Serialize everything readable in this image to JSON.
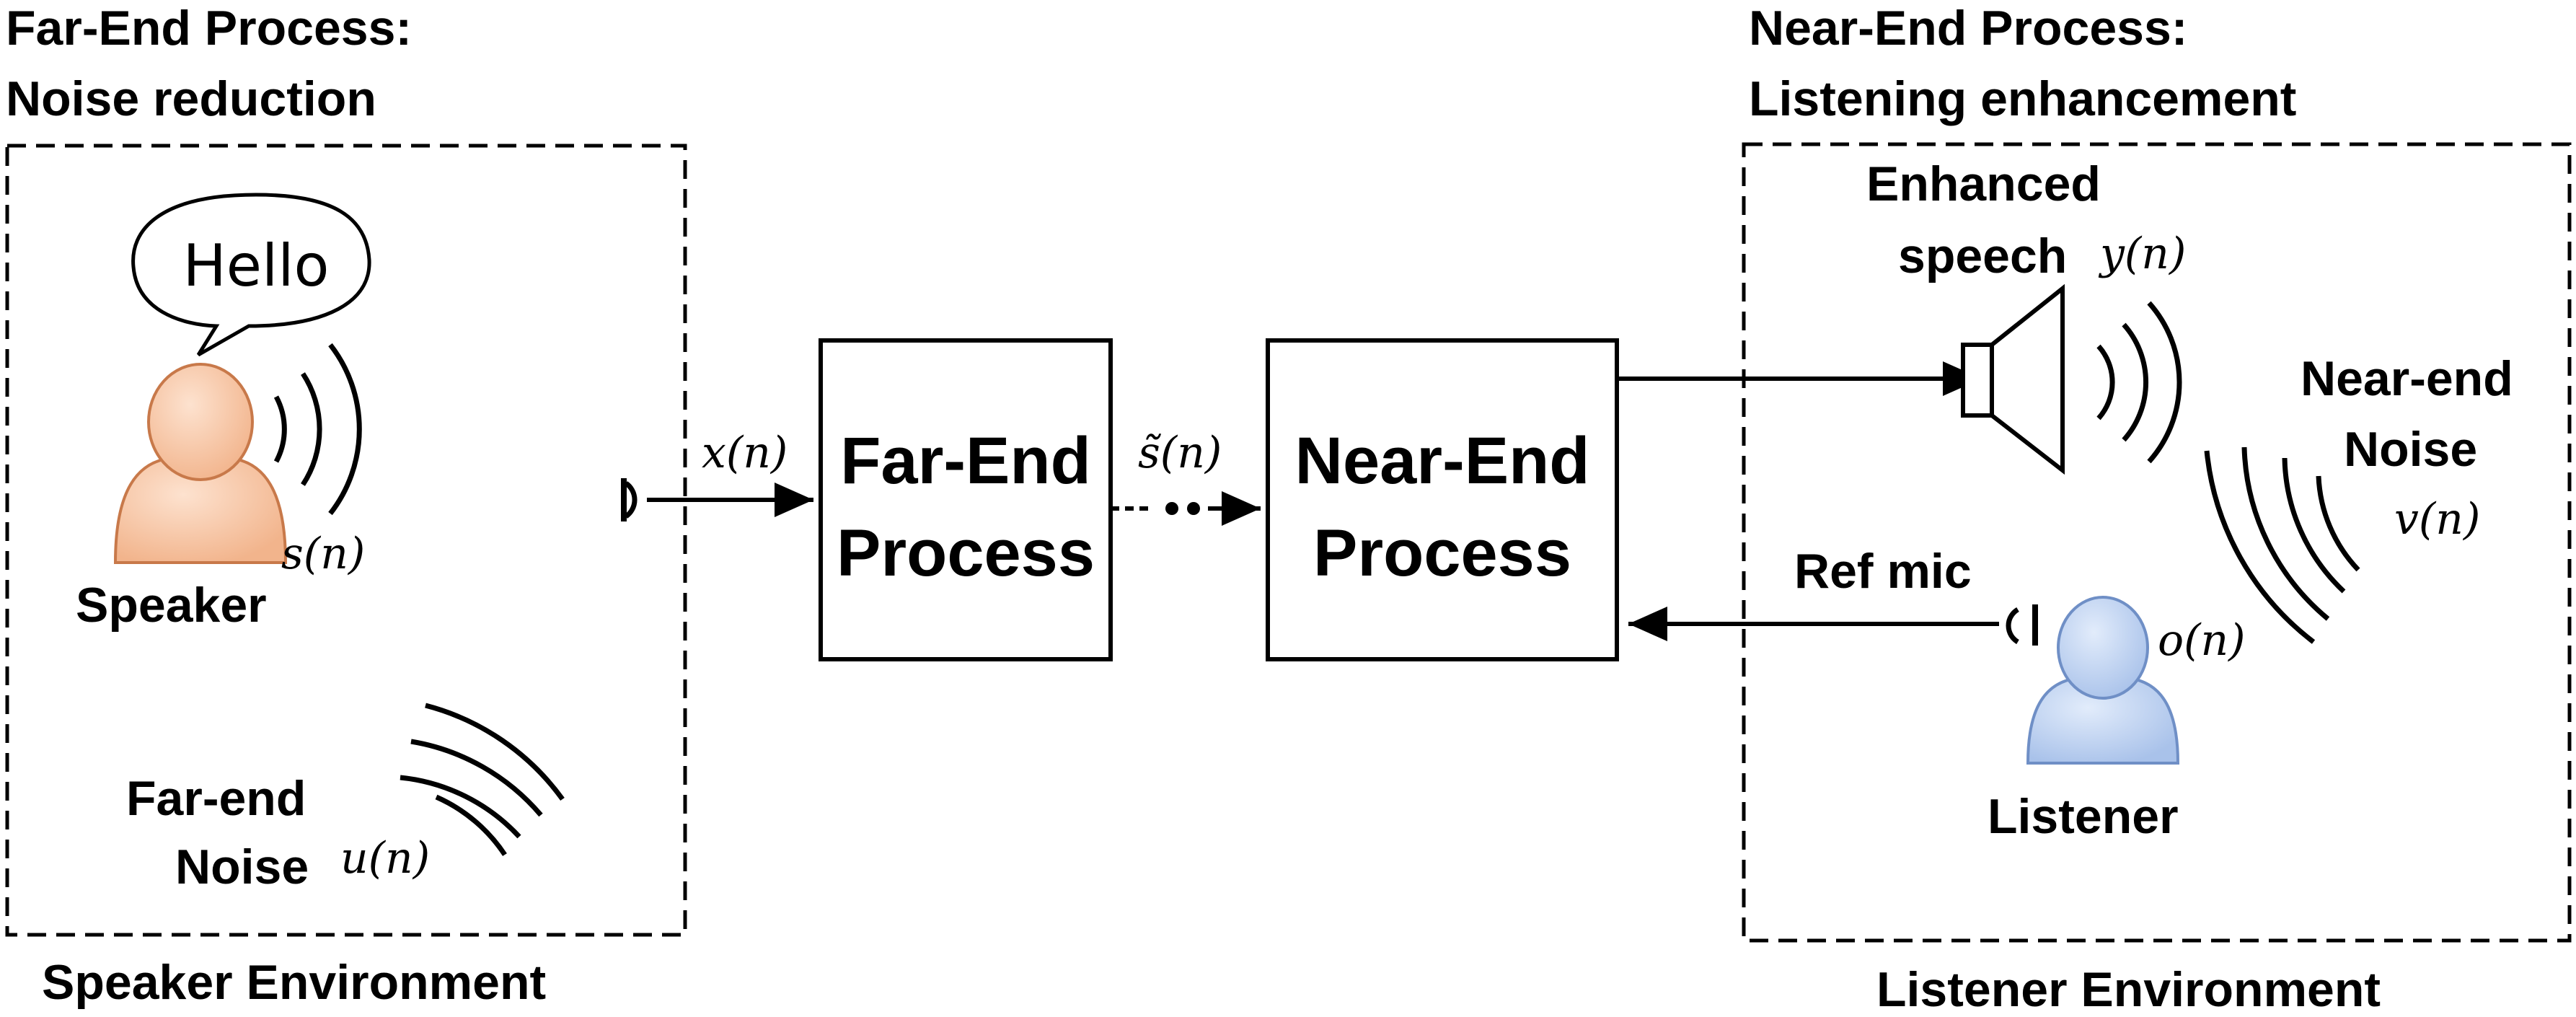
{
  "far_end_env": {
    "heading_line1": "Far-End Process:",
    "heading_line2": "Noise reduction",
    "speech_bubble": "Hello",
    "speaker_label": "Speaker",
    "signal_s": "s(n)",
    "noise_label_line1": "Far-end",
    "noise_label_line2": "Noise",
    "signal_u": "u(n)",
    "env_label": "Speaker Environment"
  },
  "signal_x": "x(n)",
  "far_end_block": {
    "line1": "Far-End",
    "line2": "Process"
  },
  "signal_s_tilde": "s̃(n)",
  "near_end_block": {
    "line1": "Near-End",
    "line2": "Process"
  },
  "near_end_env": {
    "heading_line1": "Near-End Process:",
    "heading_line2": "Listening enhancement",
    "enhanced_line1": "Enhanced",
    "enhanced_line2": "speech",
    "signal_y": "y(n)",
    "noise_label_line1": "Near-end",
    "noise_label_line2": "Noise",
    "signal_v": "v(n)",
    "ref_mic_label": "Ref mic",
    "signal_o": "o(n)",
    "listener_label": "Listener",
    "env_label": "Listener Environment"
  },
  "colors": {
    "speaker_fill": "#f2b48c",
    "speaker_stroke": "#c8794a",
    "listener_fill": "#a9c2ea",
    "listener_stroke": "#6f8fc6"
  }
}
